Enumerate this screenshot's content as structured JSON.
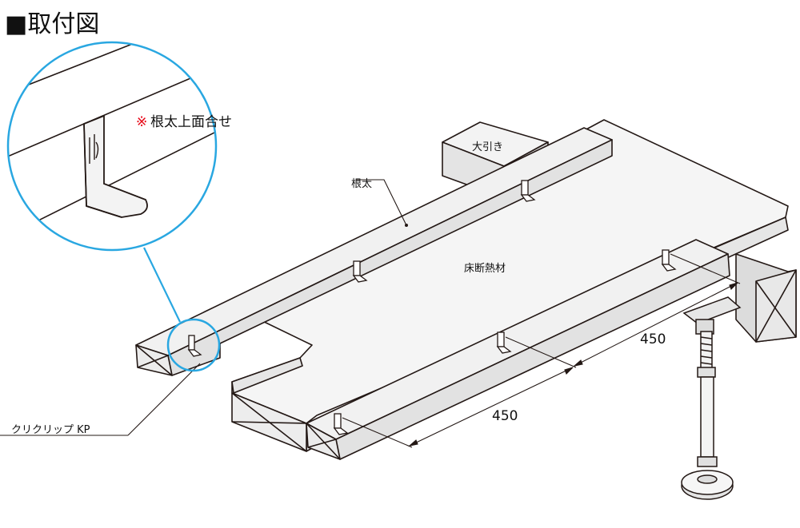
{
  "heading": "■取付図",
  "labels": {
    "note_mark": "※",
    "note_text": "根太上面合せ",
    "beam": "大引き",
    "joist": "根太",
    "insulation": "床断熱材",
    "clip": "クリクリップ KP",
    "dim_upper": "450",
    "dim_lower": "450"
  },
  "colors": {
    "callout": "#29a7e1",
    "note_mark": "#e60012",
    "line": "#231815",
    "fill_light": "#f4f4f4",
    "fill_mid": "#e7e7e7",
    "fill_dark": "#d6d6d6"
  }
}
